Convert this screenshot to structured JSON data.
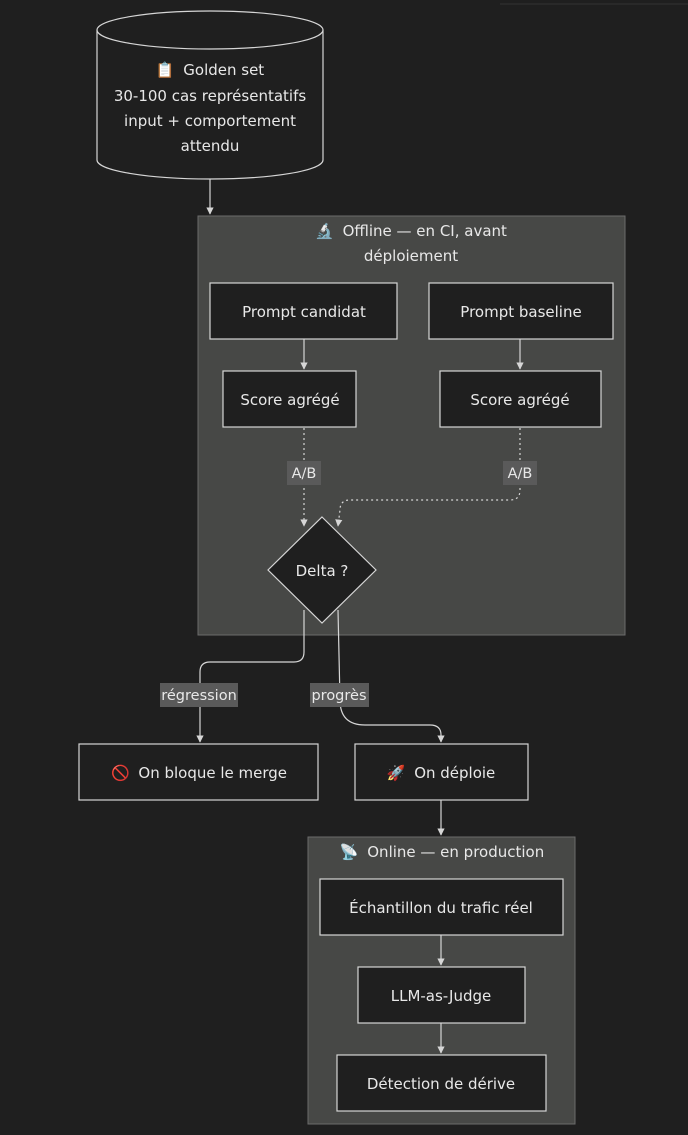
{
  "theme": {
    "background": "#1f1f1f",
    "cluster_fill": "#474846",
    "node_stroke": "#d6d6d6",
    "text": "#e8e8e8",
    "edge_label_bg": "#5a5a5a"
  },
  "golden_set": {
    "icon": "📋",
    "line1": "Golden set",
    "line2": "30-100 cas représentatifs",
    "line3": "input + comportement",
    "line4": "attendu"
  },
  "offline": {
    "icon": "🔬",
    "title_line1": "Offline — en CI, avant",
    "title_line2": "déploiement",
    "prompt_candidate": "Prompt candidat",
    "prompt_baseline": "Prompt baseline",
    "score_left": "Score agrégé",
    "score_right": "Score agrégé",
    "ab_left": "A/B",
    "ab_right": "A/B",
    "delta": "Delta ?"
  },
  "edges": {
    "regression": "régression",
    "progress": "progrès"
  },
  "block": {
    "icon": "🚫",
    "label": "On bloque le merge"
  },
  "deploy": {
    "icon": "🚀",
    "label": "On déploie"
  },
  "online": {
    "icon": "📡",
    "title": "Online — en production",
    "sample": "Échantillon du trafic réel",
    "judge": "LLM-as-Judge",
    "drift": "Détection de dérive"
  }
}
